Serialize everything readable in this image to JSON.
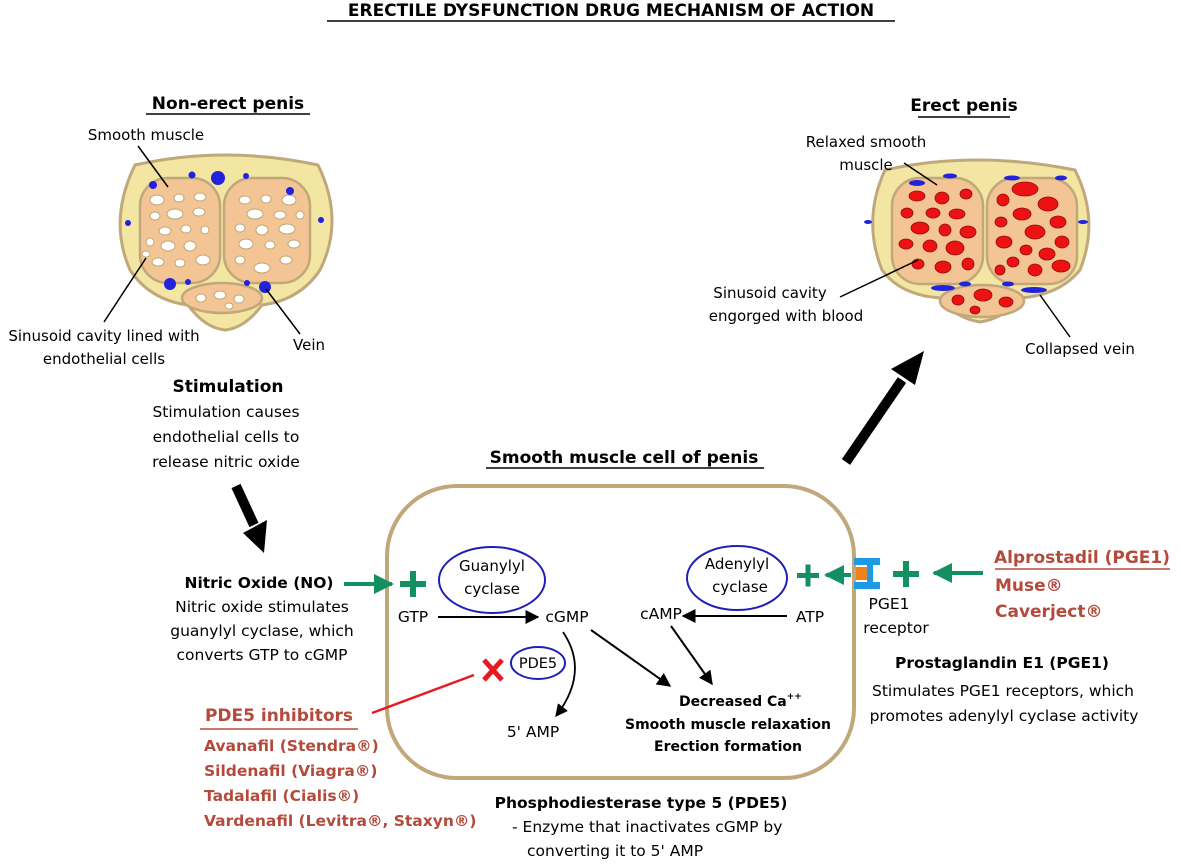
{
  "title": "ERECTILE DYSFUNCTION DRUG MECHANISM OF ACTION",
  "non_erect": {
    "heading": "Non-erect penis",
    "smooth_muscle": "Smooth muscle",
    "sinusoid_line1": "Sinusoid cavity lined with",
    "sinusoid_line2": "endothelial cells",
    "vein": "Vein"
  },
  "erect": {
    "heading": "Erect penis",
    "relaxed_line1": "Relaxed smooth",
    "relaxed_line2": "muscle",
    "engorged_line1": "Sinusoid cavity",
    "engorged_line2": "engorged with blood",
    "collapsed_vein": "Collapsed vein"
  },
  "stimulation": {
    "heading": "Stimulation",
    "line1": "Stimulation causes",
    "line2": "endothelial cells to",
    "line3": "release nitric oxide"
  },
  "cell": {
    "heading": "Smooth muscle cell of penis",
    "guanylyl_line1": "Guanylyl",
    "guanylyl_line2": "cyclase",
    "adenylyl_line1": "Adenylyl",
    "adenylyl_line2": "cyclase",
    "gtp": "GTP",
    "cgmp": "cGMP",
    "camp": "cAMP",
    "atp": "ATP",
    "pde5": "PDE5",
    "amp": "5' AMP",
    "decreased_ca": "Decreased Ca",
    "ca_charge": "++",
    "relaxation": "Smooth muscle relaxation",
    "erection": "Erection formation"
  },
  "nitric_oxide": {
    "heading": "Nitric Oxide (NO)",
    "line1": "Nitric oxide stimulates",
    "line2": "guanylyl cyclase, which",
    "line3": "converts GTP to cGMP"
  },
  "pde5_inhibitors": {
    "heading": "PDE5 inhibitors",
    "drugs": [
      "Avanafil (Stendra®)",
      "Sildenafil (Viagra®)",
      "Tadalafil (Cialis®)",
      "Vardenafil (Levitra®, Staxyn®)"
    ]
  },
  "pde5_enzyme": {
    "heading": "Phosphodiesterase type 5 (PDE5)",
    "line1": "- Enzyme that inactivates cGMP by",
    "line2": "converting it to 5' AMP"
  },
  "pge1_receptor": {
    "line1": "PGE1",
    "line2": "receptor"
  },
  "prostaglandin": {
    "heading": "Prostaglandin E1 (PGE1)",
    "line1": "Stimulates PGE1 receptors, which",
    "line2": "promotes adenylyl cyclase activity"
  },
  "alprostadil": {
    "heading": "Alprostadil (PGE1)",
    "brands": [
      "Muse®",
      "Caverject®"
    ]
  },
  "colors": {
    "stimulate_green": "#139062",
    "inhibit_red": "#e8191f",
    "drug_red": "#b34a3c",
    "cell_border": "#c0a87a",
    "enzyme_blue": "#1f1fb8",
    "tissue_outer": "#f3e5a2",
    "tissue_inner": "#f3c494",
    "blood": "#ee1111",
    "vein_blue": "#2222dd",
    "receptor_blue": "#1e9be0",
    "receptor_orange": "#f08020"
  }
}
